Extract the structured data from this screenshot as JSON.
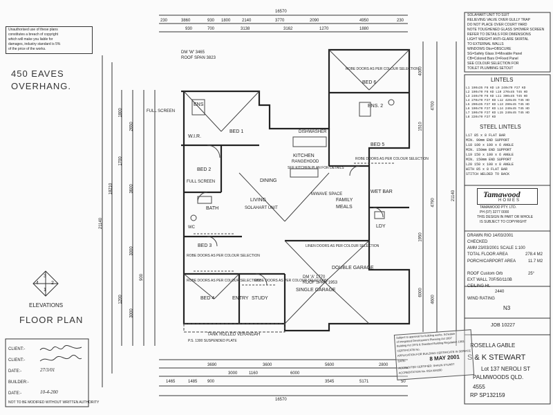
{
  "copyright": {
    "lines": [
      "Unauthorised use of these plans",
      "constitutes a breach of copyright",
      "which will make you liable for",
      "damages, industry standard is 5%",
      "of the price of the works."
    ]
  },
  "eaves_note": [
    "450 EAVES",
    "OVERHANG."
  ],
  "notes_top_right": [
    "SOLAHART UNIT TO SUIT",
    "RELIEVING VALVE OVER GULLY TRAP",
    "DO NOT PLACE OVER COURT YARD",
    "NOTE TOUGHENED GLASS SHOWER SCREEN",
    "REFER TO DETAILS FOR DIMENSIONS",
    "LIGHT WEIGHT ANTI-GLARE SKIRTAL",
    "TO EXTERNAL WALLS",
    "WINDOWS   Obs=OBSCURE",
    "SG=Safety Glass  X=Movable Panel",
    "CB=Colored Bars  O=Fixed Panel",
    "SEE COLOUR SELECTION FOR",
    "TOILET PLUMBING SETOUT"
  ],
  "lintels": {
    "title": "LINTELS",
    "rows": [
      "L1 190x35 F8 KD   L9 240x70 F27 KD",
      "L2 190x70 F8 KD   L10 270x45 T45 HD",
      "L3 240x70 F8 KD   L11 300x45 T45 HD",
      "L4 270x70 F27 KD  L12 420x45 T45 HD",
      "L5 290x35 F27 KD  L13 290x45 T45 HD",
      "L6 190x70 F27 KD  L14 240x45 T45 HD",
      "L7 190x70 F27 KD  L15 240x45 T45 HD",
      "L8 220x70 F27 KD"
    ],
    "steel_title": "STEEL LINTELS",
    "steel_rows": [
      "L17    85 x 8 FLAT BAR",
      "       MIN. 90mm END SUPPORT",
      "L18    100 x 100 x 6 ANGLE",
      "       MIN. 150mm END SUPPORT",
      "L19    150 x 100 x 6 ANGLE",
      "       MIN. 150mm END SUPPORT",
      "L20    150 x 100 x 8 ANGLE",
      "       WITH 85 x 8 FLAT BAR",
      "       STITCH WELDED TO BACK"
    ]
  },
  "company": {
    "name": "Tamawood",
    "sub": "HOMES",
    "line1": "TAMAWOOD PTY. LTD.",
    "line2": "PH (07) 3277 0000",
    "line3": "THIS DESIGN IN PART OR WHOLE",
    "line4": "IS SUBJECT TO COPYRIGHT"
  },
  "details": {
    "drawn": "DRAWN   RIO 14/03/2001",
    "checked": "CHECKED",
    "amended": "AMM 23/03/2001  SCALE 1:100",
    "floor_area_label": "TOTAL FLOOR AREA",
    "floor_area": "278.4 M2",
    "porch_label": "PORCH/CARPORT AREA",
    "porch_area": "11.7 M2",
    "roof": "ROOF Custom Orb",
    "roof_pitch": "25°",
    "ext_wall": "EXT WALL 70F/50/110B",
    "ceiling": "CEILING Ht.",
    "ceiling_val": "2440",
    "wind_label": "WIND RATING",
    "wind_val": "N3"
  },
  "job": "JOB  10227",
  "design_name": "ROSELLA  GABLE",
  "client": {
    "name": "S & K STEWART",
    "addr1": "Lot 137 NEROLI ST",
    "addr2": "PALMWOODS QLD.",
    "ref1": "4555",
    "ref2": "RP SP132159"
  },
  "signatures": {
    "client1_label": "CLIENT:-",
    "client2_label": "CLIENT:-",
    "date_label": "DATE:-",
    "builder_label": "BUILDER:-",
    "date2_label": "DATE:-",
    "date_val": "27/3/01",
    "date2_val": "10-4-200",
    "footer": "NOT TO BE MODIFIED WITHOUT WRITTEN AUTHORITY"
  },
  "elevations": {
    "label": "ELEVATIONS",
    "n1": "1",
    "n2": "2",
    "n3": "3",
    "n4": "4"
  },
  "floor_plan_title": "FLOOR PLAN",
  "approval_stamp": [
    "Subject to approval for building works. Schedule",
    "of Integrated Development Planning Act 1997",
    "Building Act 1975 & Standard Building Regulation 1993",
    "CERTIFICATE No.",
    "APPLICATION FOR BUILDING CERTIFICATE IN SERVICE",
    "DATE:",
    "ACCREDITED CERTIFIER: SHAUN STUART",
    "ACCREDITATION No. BSA A84280"
  ],
  "stamp_date": "8 MAY 2001",
  "rooms": {
    "bed1": "BED 1",
    "bed2": "BED 2",
    "bed3": "BED 3",
    "bed4": "BED 4",
    "bed5": "BED 5",
    "bed6": "BED 6",
    "ens": "ENS",
    "ens2": "ENS. 2",
    "wir": "W.I.R.",
    "bath": "BATH",
    "wc": "WC",
    "kitchen": "KITCHEN",
    "rangehood": "RANGEHOOD",
    "dining": "DINING",
    "living": "LIVING",
    "family": "FAMILY",
    "meals": "MEALS",
    "wetbar": "WET BAR",
    "ldy": "LDY",
    "study": "STUDY",
    "entry": "ENTRY",
    "single_garage": "SINGLE GARAGE",
    "double_garage": "DOUBLE GARAGE",
    "verandah": "TANK ROLLED VERANDAH",
    "dishwasher": "DISHWASHER",
    "solahart": "SOLAHART UNIT",
    "full_screen": "FULL SCREEN",
    "full_screen2": "FULL SCREEN",
    "robe_note": "ROBE DOORS AS PER COLOUR SELECTION",
    "linen_note": "LINEN DOORS AS PER COLOUR SELECTION",
    "microwave": "M/WAVE SPACE",
    "kitchen_plan": "SEE KITCHEN PLAN FOR DETAILS",
    "dm_a": "DM 'A' 1770",
    "roof_span_a": "ROOF SPAN 1953",
    "dm_w": "DM 'W' 3465",
    "roof_span_w": "ROOF SPAN 3823",
    "suspended_line": "P.S. 1300 SUSPENDED PLATE"
  },
  "dims": {
    "top_total": "16570",
    "top_segments": [
      "230",
      "3860",
      "930",
      "1800",
      "2140",
      "3770",
      "2090",
      "4950",
      "230"
    ],
    "top_second": [
      "930",
      "700",
      "3138",
      "3162",
      "1270",
      "1880"
    ],
    "bottom_total": "16570",
    "bottom_segments": [
      "1465",
      "1485",
      "900",
      "3000",
      "1160",
      "6000",
      "3545",
      "5171",
      "50"
    ],
    "bottom_second": [
      "3690",
      "3600",
      "5600",
      "2800"
    ],
    "left_total": "21140",
    "left_second": "18210",
    "left_segments": [
      "1800",
      "2650",
      "1700",
      "3600",
      "3000",
      "900",
      "1200",
      "3000"
    ],
    "right_total": "21140",
    "right_segments": [
      "4000",
      "1510",
      "4790",
      "6000",
      "4700",
      "4600",
      "1950"
    ]
  }
}
